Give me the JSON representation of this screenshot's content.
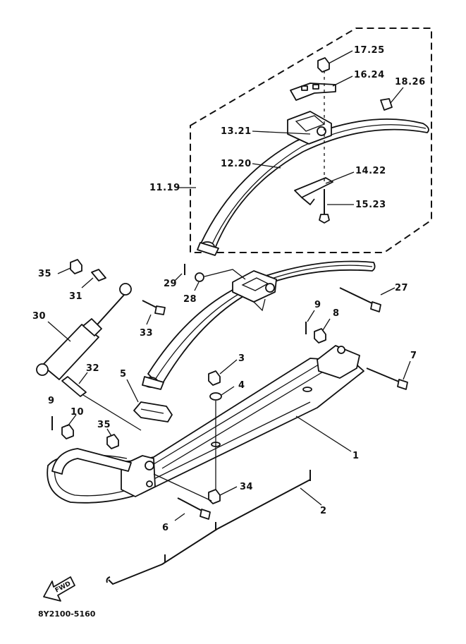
{
  "diagram": {
    "code": "8Y2100-5160",
    "fwd_text": "FWD",
    "callouts": {
      "c1725": "17.25",
      "c1624": "16.24",
      "c1826": "18.26",
      "c1321": "13.21",
      "c1220": "12.20",
      "c1119": "11.19",
      "c1422": "14.22",
      "c1523": "15.23",
      "c35a": "35",
      "c31": "31",
      "c29": "29",
      "c28": "28",
      "c27": "27",
      "c33": "33",
      "c30": "30",
      "c9a": "9",
      "c8": "8",
      "c3": "3",
      "c4": "4",
      "c7": "7",
      "c32": "32",
      "c5": "5",
      "c9b": "9",
      "c10": "10",
      "c35b": "35",
      "c1": "1",
      "c34": "34",
      "c2": "2",
      "c6": "6"
    }
  }
}
